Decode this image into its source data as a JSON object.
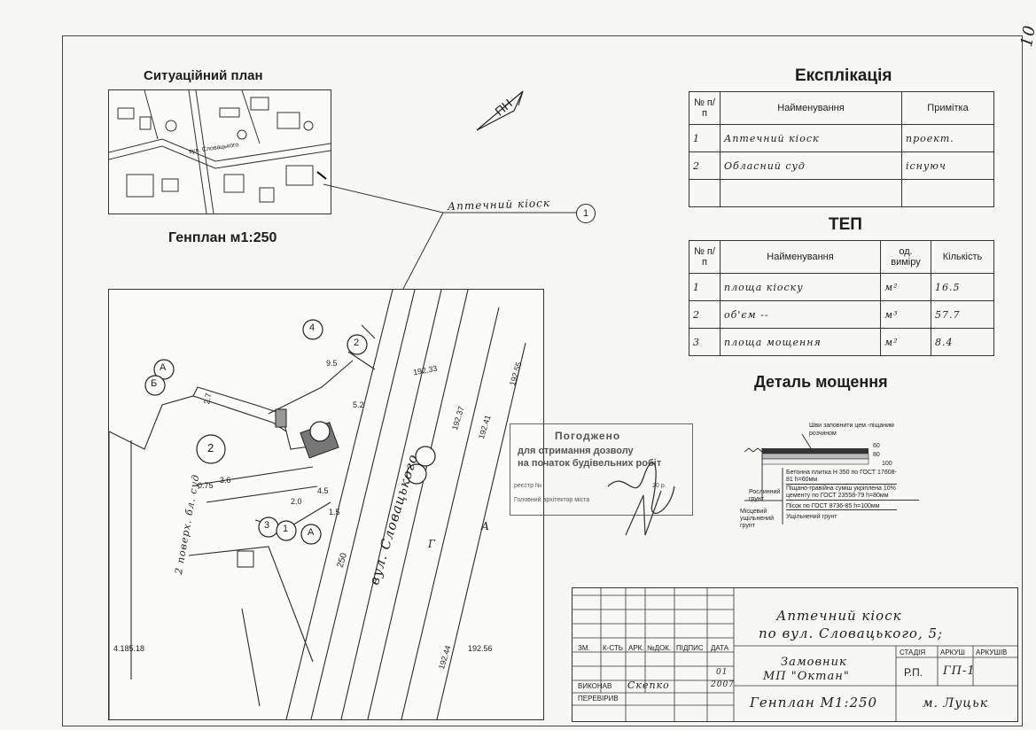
{
  "sheet_number": "10",
  "situation_plan": {
    "title": "Ситуаційний план",
    "street_label": "вул. Словацького",
    "north_label": "ПН"
  },
  "genplan_title": "Генплан м1:250",
  "kiosk_callout": {
    "text": "Аптечний кіоск",
    "number": "1"
  },
  "explication": {
    "title": "Експлікація",
    "headers": [
      "№ п/п",
      "Найменування",
      "Примітка"
    ],
    "rows": [
      {
        "n": "1",
        "name": "Аптечний кіоск",
        "note": "проект."
      },
      {
        "n": "2",
        "name": "Обласний суд",
        "note": "існуюч"
      },
      {
        "n": "",
        "name": "",
        "note": ""
      }
    ]
  },
  "tep": {
    "title": "ТЕП",
    "headers": [
      "№ п/п",
      "Найменування",
      "од. виміру",
      "Кількість"
    ],
    "rows": [
      {
        "n": "1",
        "name": "площа кіоску",
        "unit": "м²",
        "qty": "16.5"
      },
      {
        "n": "2",
        "name": "об'єм --",
        "unit": "м³",
        "qty": "57.7"
      },
      {
        "n": "3",
        "name": "площа мощення",
        "unit": "м²",
        "qty": "8.4"
      }
    ]
  },
  "paving_detail": {
    "title": "Деталь мощення",
    "top_note": "Шви заповнити цем.-піщаним розчином",
    "layers": [
      "Бетонна плитка Н 350 по ГОСТ 17608-81 h=60мм",
      "Піщано-гравійна суміш укріплена 10% цементу по ГОСТ 23558-79 h=80мм",
      "Пісок по ГОСТ 8736-85 h=100мм",
      "Ущільнений грунт"
    ],
    "left_labels": [
      "Рослинний грунт",
      "Місцевий ущільнений грунт"
    ],
    "dims": [
      "60",
      "80",
      "100"
    ]
  },
  "approval_stamp": {
    "line1": "Погоджено",
    "line2": "для отримання дозволу",
    "line3": "на початок будівельних робіт",
    "line4": "реєстр №",
    "line5": "Головний архітектор міста",
    "year_suffix": "20   р."
  },
  "plan": {
    "street": "вул. Словацького",
    "zone_label": "2",
    "axes": [
      "А",
      "Б",
      "4",
      "2",
      "3",
      "1",
      "А"
    ],
    "dims": [
      "9.5",
      "3.6",
      "4.5",
      "2.0",
      "1.5",
      "0.75",
      "2.7",
      "5.2",
      "250"
    ],
    "levels": [
      "192.33",
      "192.37",
      "192.41",
      "192.55",
      "192.44",
      "192.56",
      "4.185.18"
    ],
    "labels": [
      "Г",
      "А",
      "2 поверх. бл. суд"
    ]
  },
  "title_block": {
    "project_line1": "Аптечний кіоск",
    "project_line2": "по вул. Словацького, 5;",
    "customer_line1": "Замовник",
    "customer_line2": "МП \"Октан\"",
    "sheet_title": "Генплан М1:250",
    "city": "м. Луцьк",
    "col_headers": [
      "ЗМ.",
      "К-СТЬ",
      "АРК.",
      "№ДОК.",
      "ПІДПИС",
      "ДАТА"
    ],
    "stage_headers": [
      "СТАДІЯ",
      "АРКУШ",
      "АРКУШІВ"
    ],
    "stage": "Р.П.",
    "sheet": "ГП-1",
    "sheets": "",
    "role1": "ВИКОНАВ",
    "role2": "ПЕРЕВІРИВ",
    "executor_name": "Скепко",
    "date_line1": "01",
    "date_line2": "2007"
  }
}
